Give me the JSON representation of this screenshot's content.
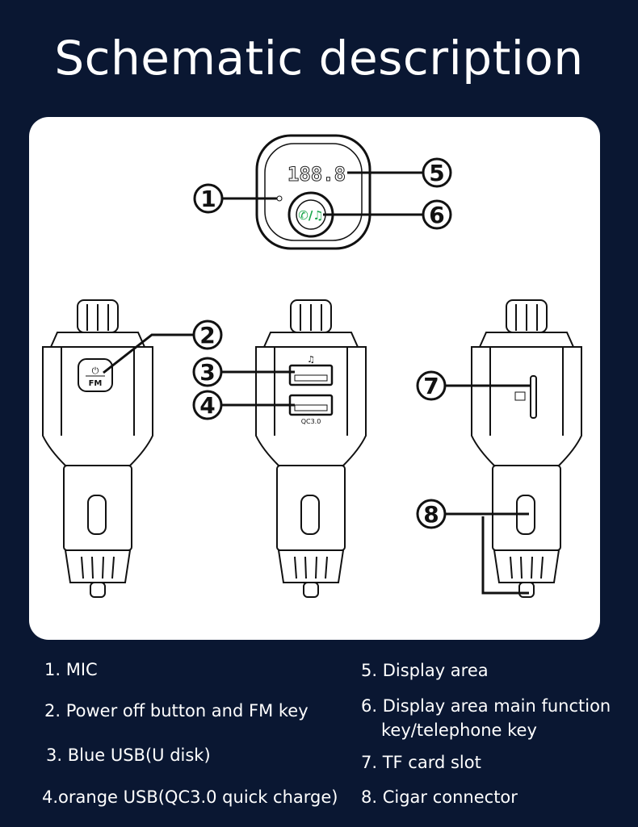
{
  "title": "Schematic description",
  "device": {
    "display_digits": "188.8",
    "usb_top_icon": "music-note",
    "usb_bottom_label": "QC3.0",
    "button_label": "FM",
    "colors": {
      "background": "#0a1732",
      "accent": "#1aa54a"
    }
  },
  "callouts": [
    "1",
    "2",
    "3",
    "4",
    "5",
    "6",
    "7",
    "8"
  ],
  "legend": {
    "left": [
      "1. MIC",
      "2. Power off button and FM key",
      "3. Blue USB(U disk)",
      "4.orange USB(QC3.0 quick charge)"
    ],
    "right": [
      "5. Display area",
      "6. Display area main function",
      "key/telephone key",
      "7. TF card slot",
      "8. Cigar connector"
    ]
  }
}
